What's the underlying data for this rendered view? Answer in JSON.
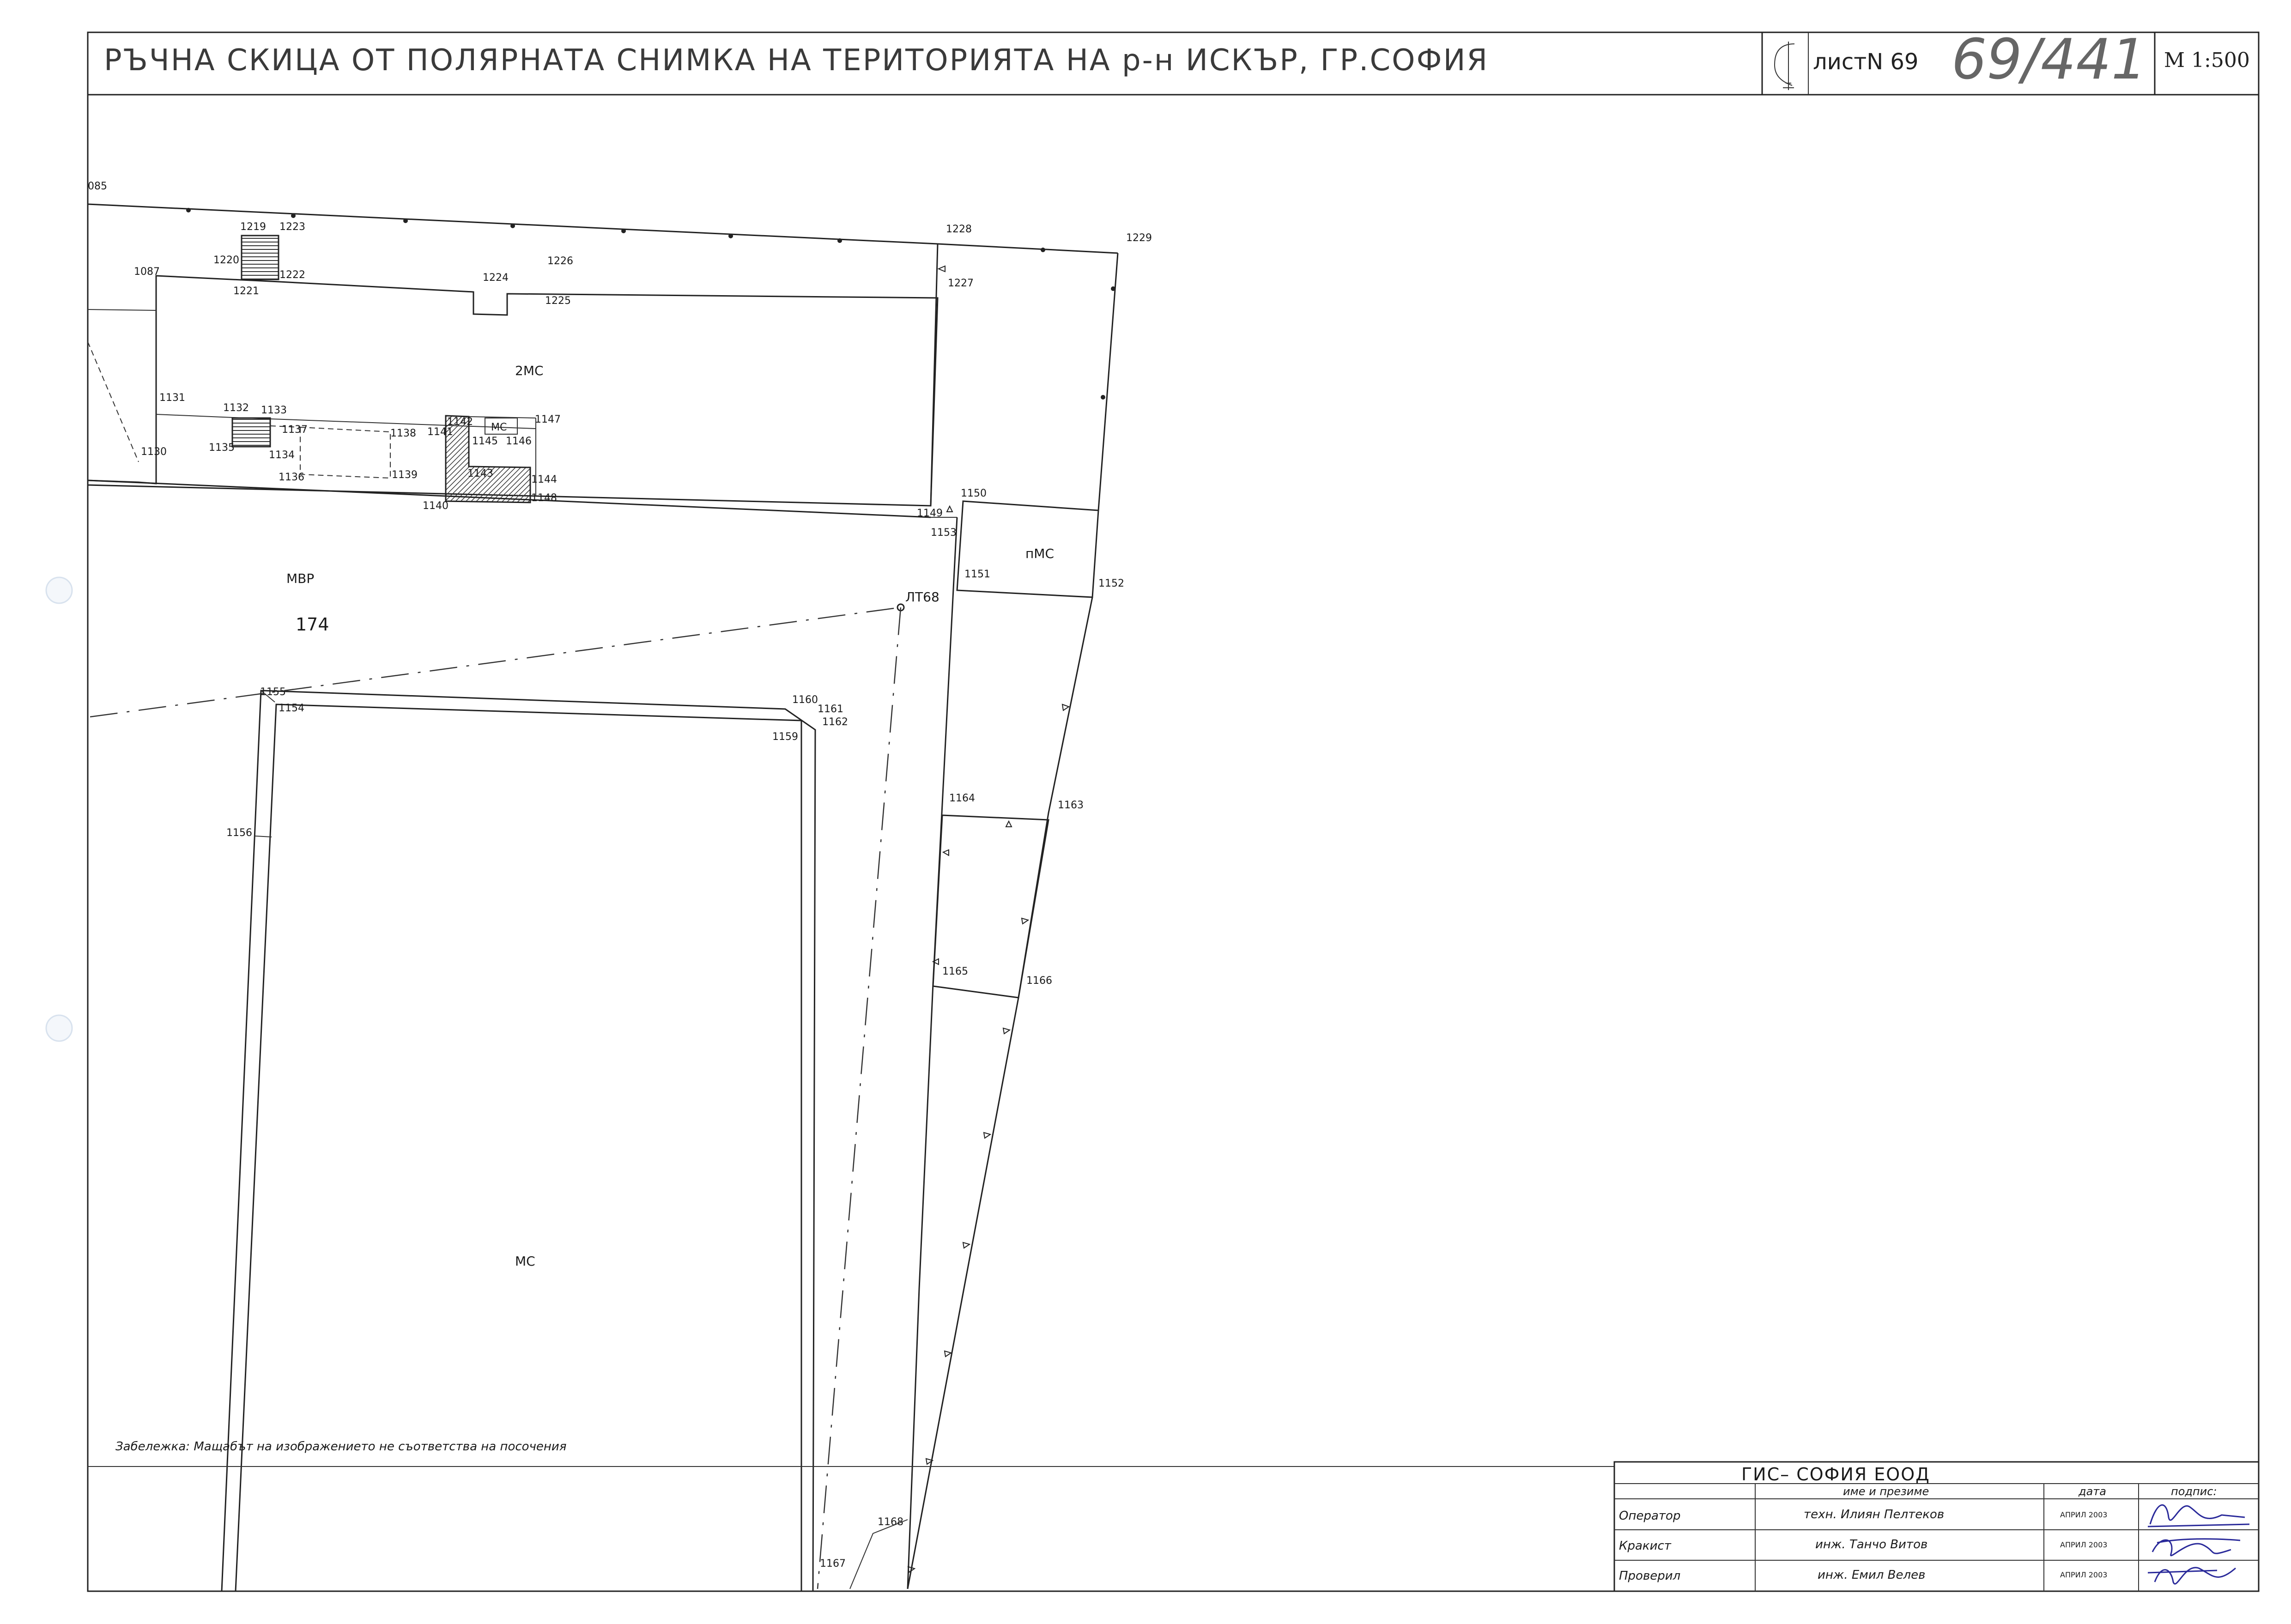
{
  "header": {
    "title": "РЪЧНА СКИЦА ОТ ПОЛЯРНАТА СНИМКА НА ТЕРИТОРИЯТА НА р-н ИСКЪР, ГР.СОФИЯ",
    "sheet_label": "листN 69",
    "handwritten_number": "69/441",
    "scale": "M 1:500"
  },
  "point_labels": {
    "p085": "085",
    "p1219": "1219",
    "p1223": "1223",
    "p1220": "1220",
    "p1222": "1222",
    "p1087": "1087",
    "p1221": "1221",
    "p1224": "1224",
    "p1226": "1226",
    "p1225": "1225",
    "p1228": "1228",
    "p1229": "1229",
    "p1227": "1227",
    "p1131": "1131",
    "p1132": "1132",
    "p1133": "1133",
    "p1130": "1130",
    "p1135": "1135",
    "p1137": "1137",
    "p1134": "1134",
    "p1136": "1136",
    "p1138": "1138",
    "p1139": "1139",
    "p1142": "1142",
    "p1141": "1141",
    "p1145": "1145",
    "p1146": "1146",
    "p1147": "1147",
    "p1143": "1143",
    "p1144": "1144",
    "p1148": "1148",
    "p1140": "1140",
    "p1149": "1149",
    "p1150": "1150",
    "p1153": "1153",
    "p1151": "1151",
    "p1152": "1152",
    "p1155": "1155",
    "p1154": "1154",
    "p1160": "1160",
    "p1161": "1161",
    "p1162": "1162",
    "p1159": "1159",
    "p1156": "1156",
    "p1164": "1164",
    "p1163": "1163",
    "p1165": "1165",
    "p1166": "1166",
    "p1168": "1168",
    "p1167": "1167",
    "lt68": "ЛТ68"
  },
  "area_labels": {
    "building_2ms": "2МС",
    "small_ms": "МС",
    "pms": "пМС",
    "mvr": "МВР",
    "parcel_174": "174",
    "big_ms": "МС"
  },
  "note": "Забележка: Мащабът на изображението не съответства на посочения",
  "title_block": {
    "company": "ГИС– СОФИЯ ЕООД",
    "col_name": "име и презиме",
    "col_date": "дата",
    "col_sign": "подпис:",
    "rows": [
      {
        "role": "Оператор",
        "name": "техн. Илиян Пелтеков",
        "date": "АПРИЛ 2003"
      },
      {
        "role": "Кракист",
        "name": "инж. Танчо Витов",
        "date": "АПРИЛ 2003"
      },
      {
        "role": "Проверил",
        "name": "инж. Емил Велев",
        "date": "АПРИЛ 2003"
      }
    ]
  },
  "colors": {
    "ink": "#222222",
    "hatch": "#444444",
    "signature": "#2a2a9a",
    "paper": "#ffffff"
  }
}
